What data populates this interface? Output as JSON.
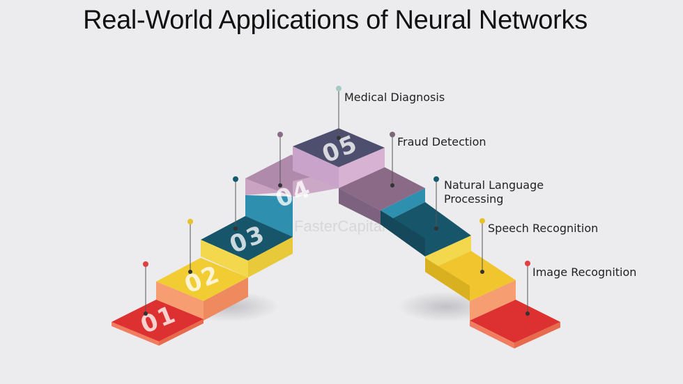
{
  "title": "Real-World Applications of Neural Networks",
  "watermark": "FasterCapital",
  "steps": [
    {
      "number": "01",
      "label": [
        "Image Recognition"
      ],
      "color": "#e03232"
    },
    {
      "number": "02",
      "label": [
        "Speech Recognition"
      ],
      "color": "#f2ca2e"
    },
    {
      "number": "03",
      "label": [
        "Natural Language",
        "Processing"
      ],
      "color": "#14596e"
    },
    {
      "number": "04",
      "label": [
        "Fraud Detection"
      ],
      "color": "#a07898"
    },
    {
      "number": "05",
      "label": [
        "Medical Diagnosis"
      ],
      "color": "#4a4a66"
    }
  ]
}
